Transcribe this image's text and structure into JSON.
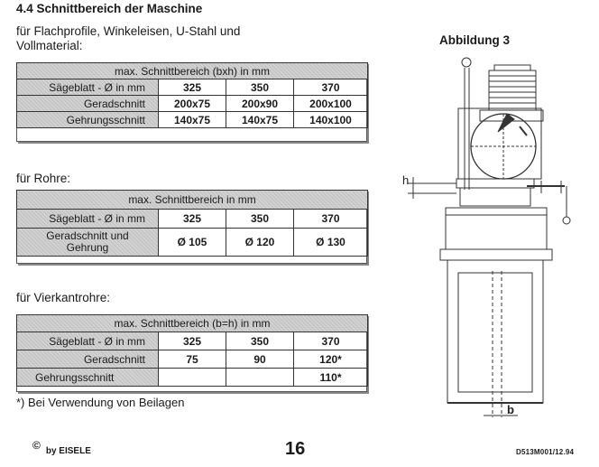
{
  "section_title": "4.4 Schnittbereich der Maschine",
  "flat": {
    "heading_line1": "für Flachprofile, Winkeleisen, U-Stahl und",
    "heading_line2": "Vollmaterial:",
    "table": {
      "header": "max. Schnittbereich (bxh) in mm",
      "rows": [
        {
          "label": "Sägeblatt - Ø in mm",
          "values": [
            "325",
            "350",
            "370"
          ]
        },
        {
          "label": "Geradschnitt",
          "values": [
            "200x75",
            "200x90",
            "200x100"
          ]
        },
        {
          "label": "Gehrungsschnitt",
          "values": [
            "140x75",
            "140x75",
            "140x100"
          ]
        }
      ]
    }
  },
  "pipes": {
    "heading": "für Rohre:",
    "table": {
      "header": "max. Schnittbereich in mm",
      "rows": [
        {
          "label": "Sägeblatt - Ø in mm",
          "values": [
            "325",
            "350",
            "370"
          ]
        },
        {
          "label": "Geradschnitt und Gehrung",
          "values": [
            "Ø 105",
            "Ø 120",
            "Ø 130"
          ]
        }
      ]
    }
  },
  "square": {
    "heading": "für Vierkantrohre:",
    "table": {
      "header": "max. Schnittbereich (b=h) in mm",
      "rows": [
        {
          "label": "Sägeblatt - Ø in mm",
          "values": [
            "325",
            "350",
            "370"
          ]
        },
        {
          "label": "Geradschnitt",
          "values": [
            "75",
            "90",
            "120*"
          ]
        },
        {
          "label": "Gehrungsschnitt",
          "values": [
            "",
            "",
            "110*"
          ]
        }
      ]
    }
  },
  "footnote": "*) Bei Verwendung von Beilagen",
  "figure": {
    "title": "Abbildung 3",
    "label_h": "h",
    "label_b": "b"
  },
  "footer": {
    "copyright": "©",
    "company": "by EISELE",
    "page": "16",
    "doc_code": "D513M001/12.94"
  }
}
